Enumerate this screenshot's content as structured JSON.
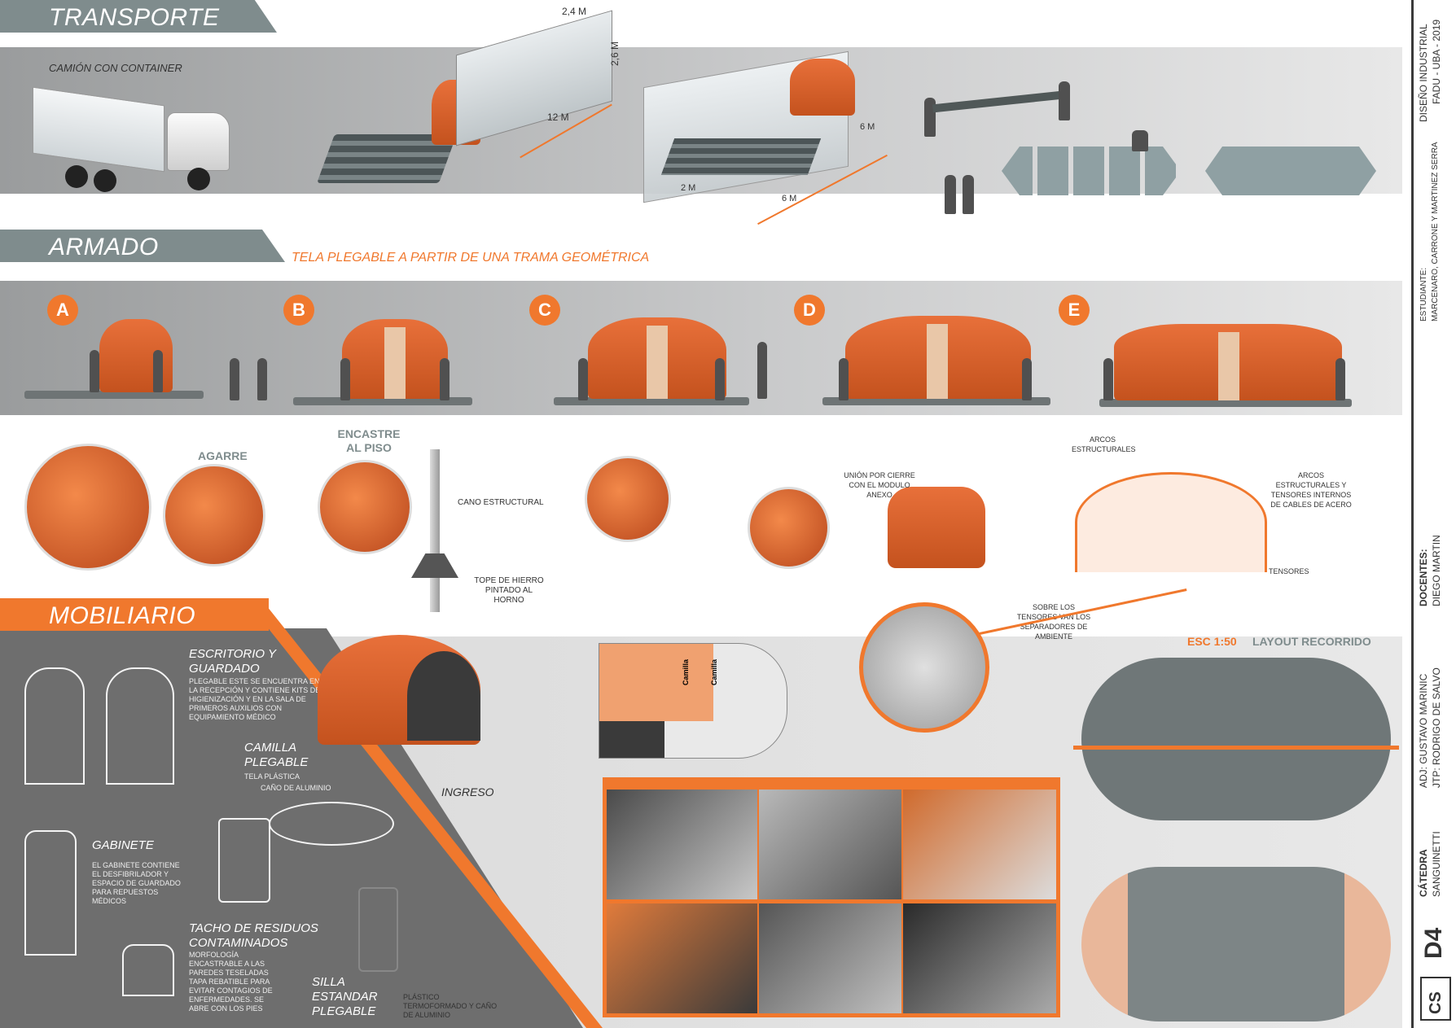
{
  "sections": {
    "transport": {
      "title": "TRANSPORTE",
      "truck_label": "CAMIÓN CON CONTAINER",
      "dims": {
        "width_1": "2,4 m",
        "height_1": "2,6 m",
        "length_1": "12 m",
        "length_2": "6 m",
        "width_2": "2 m",
        "length_3": "6 m"
      }
    },
    "assembly": {
      "title": "ARMADO",
      "subtitle": "TELA PLEGABLE A PARTIR DE UNA TRAMA GEOMÉTRICA",
      "steps": [
        "A",
        "B",
        "C",
        "D",
        "E"
      ],
      "details": {
        "agarre": "AGARRE",
        "encastre": "ENCASTRE AL PISO",
        "cano": "CANO ESTRUCTURAL",
        "tope": "TOPE DE HIERRO PINTADO AL HORNO",
        "union": "UNIÓN POR CIERRE CON EL MODULO ANEXO",
        "arcos": "ARCOS ESTRUCTURALES",
        "arcos_tensores": "ARCOS ESTRUCTURALES Y TENSORES INTERNOS DE CABLES DE ACERO",
        "tensores": "TENSORES",
        "separadores": "SOBRE LOS TENSORES VAN LOS SEPARADORES DE AMBIENTE"
      }
    },
    "furniture": {
      "title": "MOBILIARIO",
      "items": [
        {
          "name": "ESCRITORIO Y GUARDADO",
          "desc": "PLEGABLE ESTE SE ENCUENTRA EN LA RECEPCIÓN Y CONTIENE KITS DE HIGIENIZACIÓN Y EN LA SALA DE PRIMEROS AUXILIOS CON EQUIPAMIENTO MÉDICO"
        },
        {
          "name": "CAMILLA PLEGABLE",
          "desc": ""
        },
        {
          "name": "GABINETE",
          "desc": "EL GABINETE CONTIENE EL DESFIBRILADOR Y ESPACIO DE GUARDADO PARA REPUESTOS MÉDICOS"
        },
        {
          "name": "TACHO DE RESIDUOS CONTAMINADOS",
          "desc": "MORFOLOGÍA ENCASTRABLE A LAS PAREDES TESELADAS TAPA REBATIBLE PARA EVITAR CONTAGIOS DE ENFERMEDADES. SE ABRE CON LOS PIES"
        },
        {
          "name": "SILLA ESTANDAR PLEGABLE",
          "desc": "PLÁSTICO TERMOFORMADO Y CAÑO DE ALUMINIO"
        }
      ],
      "camilla_notes": [
        "TELA PLÁSTICA",
        "CAÑO DE ALUMINIO"
      ],
      "ingreso": "INGRESO",
      "plan_labels": [
        "Camilla",
        "Camilla"
      ]
    },
    "layout": {
      "scale": "ESC 1:50",
      "title": "LAYOUT RECORRIDO"
    }
  },
  "sidebar": {
    "career": "DISEÑO INDUSTRIAL",
    "institution": "FADU - UBA - 2019",
    "student_label": "ESTUDIANTE:",
    "students": "MARCENARO, CARRONE Y MARTINEZ SERRA",
    "teachers_label": "DOCENTES:",
    "teacher": "DIEGO MARTIN",
    "adj": "ADJ: GUSTAVO MARINIC",
    "jtp": "JTP: RODRIGO DE SALVO",
    "catedra_label": "CÁTEDRA",
    "catedra": "SANGUINETTI",
    "code": "D4",
    "logo": "CS"
  },
  "colors": {
    "accent": "#f0782d",
    "gray_header": "#7f8c8d",
    "dark": "#3a3a3a"
  }
}
